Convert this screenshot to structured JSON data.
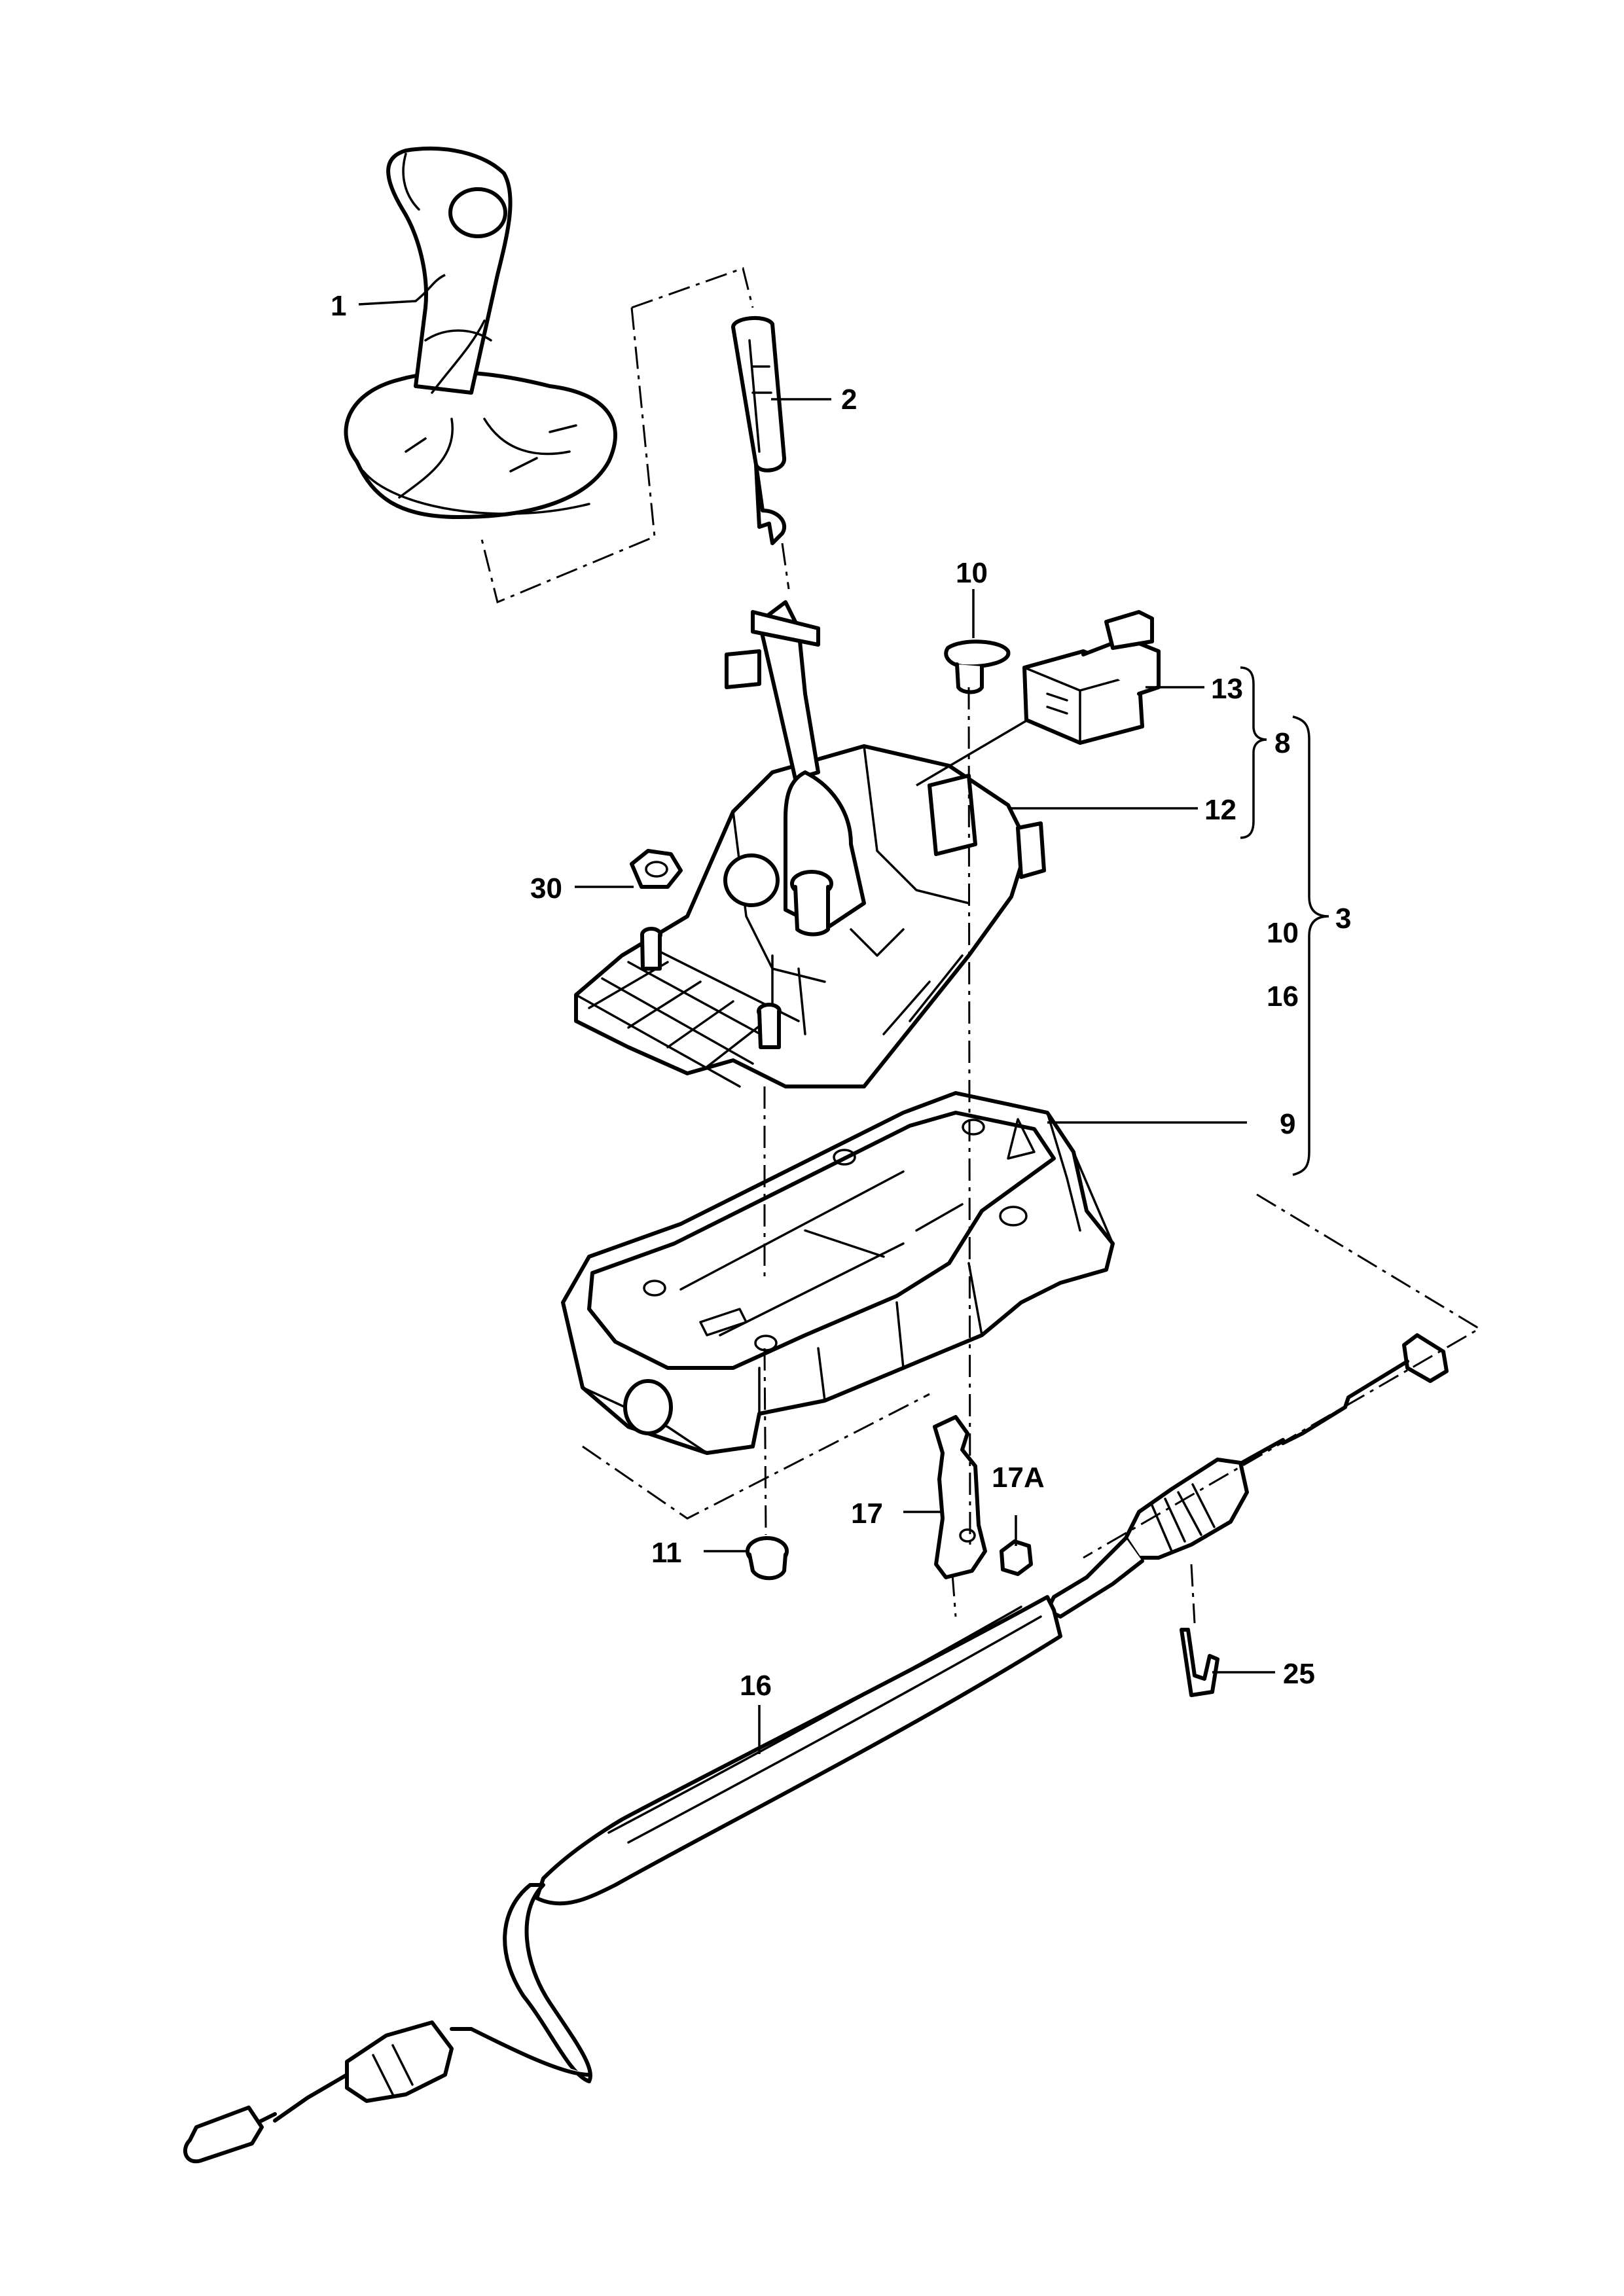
{
  "callouts": {
    "p1": "1",
    "p2": "2",
    "p10a": "10",
    "p13": "13",
    "p8": "8",
    "p12": "12",
    "p30": "30",
    "p3": "3",
    "p10b": "10",
    "p16a": "16",
    "p9": "9",
    "p17": "17",
    "p17a": "17A",
    "p11": "11",
    "p25": "25",
    "p16b": "16"
  }
}
